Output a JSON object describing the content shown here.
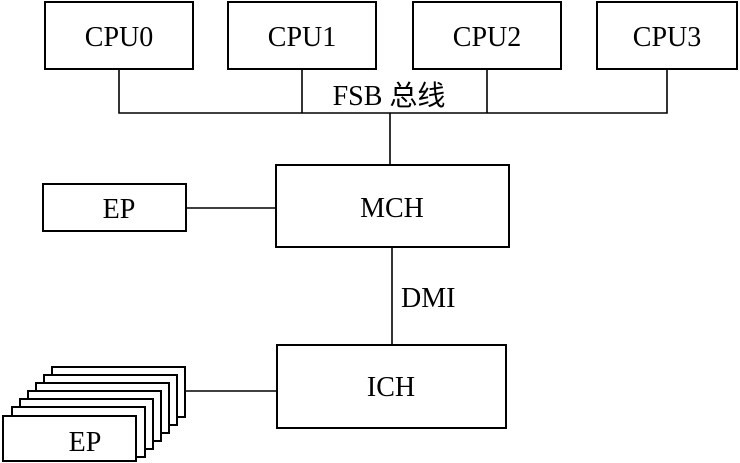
{
  "cpus": [
    {
      "label": "CPU0"
    },
    {
      "label": "CPU1"
    },
    {
      "label": "CPU2"
    },
    {
      "label": "CPU3"
    }
  ],
  "fsb_label": "FSB 总线",
  "mch_label": "MCH",
  "dmi_label": "DMI",
  "ich_label": "ICH",
  "ep_top_label": "EP",
  "ep_stack_label": "EP",
  "colors": {
    "line": "#000000",
    "fill": "#ffffff"
  }
}
